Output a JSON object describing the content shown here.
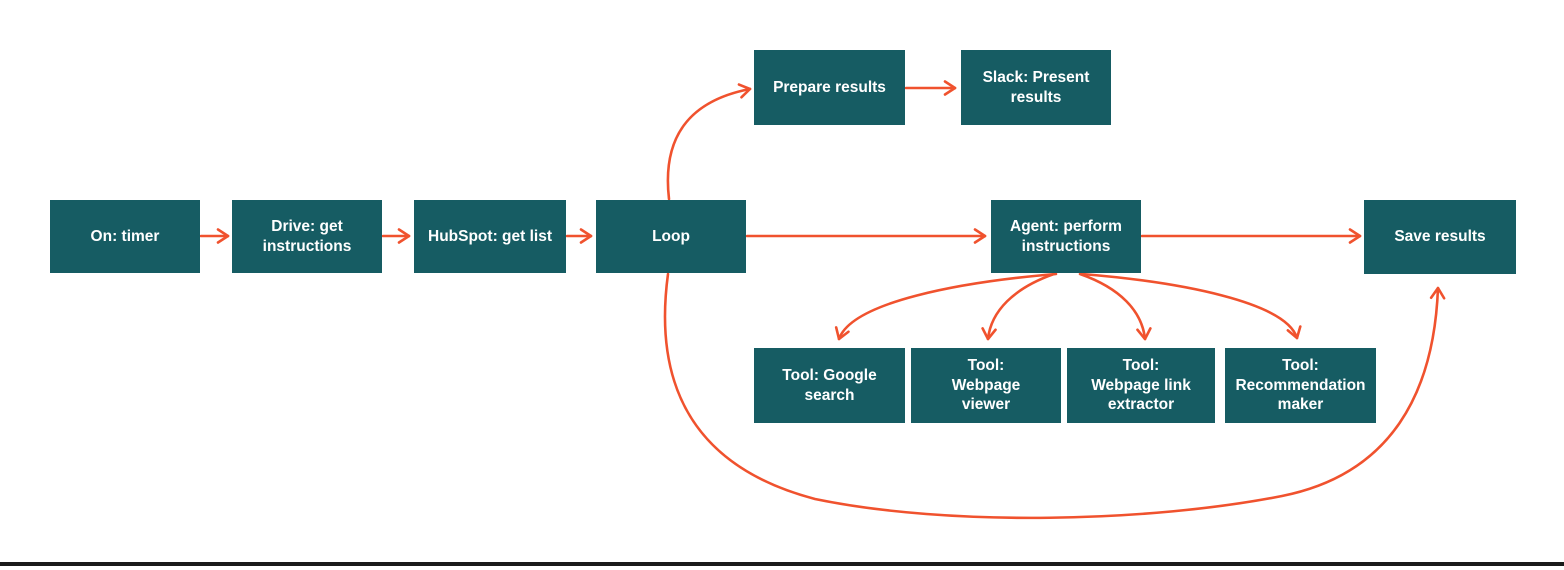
{
  "diagram": {
    "colors": {
      "node_fill": "#165C63",
      "node_text": "#FFFFFF",
      "arrow": "#F0522E",
      "background": "#FFFFFF",
      "window_edge": "#1A1A1A"
    },
    "nodes": [
      {
        "id": "on-timer",
        "label": "On: timer"
      },
      {
        "id": "drive-get-instructions",
        "label": "Drive: get instructions"
      },
      {
        "id": "hubspot-get-list",
        "label": "HubSpot: get list"
      },
      {
        "id": "loop",
        "label": "Loop"
      },
      {
        "id": "prepare-results",
        "label": "Prepare results"
      },
      {
        "id": "slack-present-results",
        "label": "Slack: Present results"
      },
      {
        "id": "agent-perform-instructions",
        "label": "Agent: perform instructions"
      },
      {
        "id": "save-results",
        "label": "Save results"
      },
      {
        "id": "tool-google-search",
        "label": "Tool: Google search"
      },
      {
        "id": "tool-webpage-viewer",
        "label": "Tool: Webpage viewer"
      },
      {
        "id": "tool-webpage-link-extractor",
        "label": "Tool: Webpage link extractor"
      },
      {
        "id": "tool-recommendation-maker",
        "label": "Tool: Recommendation maker"
      }
    ],
    "edges": [
      {
        "from": "on-timer",
        "to": "drive-get-instructions"
      },
      {
        "from": "drive-get-instructions",
        "to": "hubspot-get-list"
      },
      {
        "from": "hubspot-get-list",
        "to": "loop"
      },
      {
        "from": "loop",
        "to": "prepare-results"
      },
      {
        "from": "prepare-results",
        "to": "slack-present-results"
      },
      {
        "from": "loop",
        "to": "agent-perform-instructions"
      },
      {
        "from": "agent-perform-instructions",
        "to": "save-results"
      },
      {
        "from": "agent-perform-instructions",
        "to": "tool-google-search"
      },
      {
        "from": "agent-perform-instructions",
        "to": "tool-webpage-viewer"
      },
      {
        "from": "agent-perform-instructions",
        "to": "tool-webpage-link-extractor"
      },
      {
        "from": "agent-perform-instructions",
        "to": "tool-recommendation-maker"
      },
      {
        "from": "loop",
        "to": "save-results"
      }
    ]
  }
}
